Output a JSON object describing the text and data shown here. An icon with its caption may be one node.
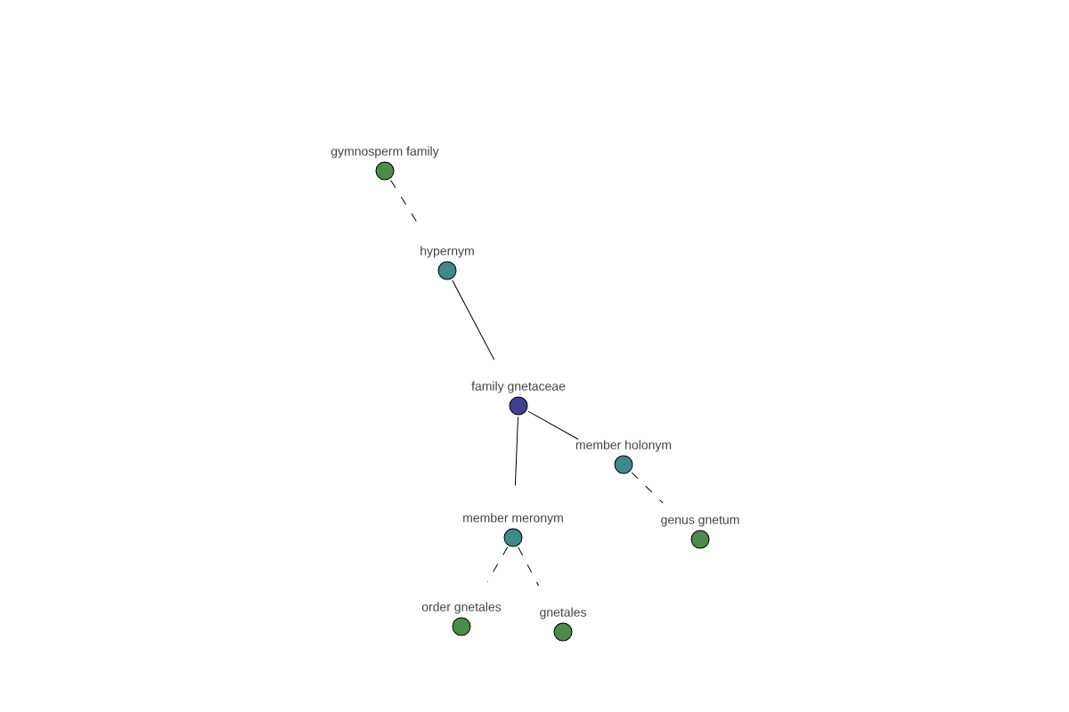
{
  "diagram": {
    "nodes": [
      {
        "text": [
          "gymnosperm family"
        ]
      },
      {
        "text": [
          "hypernym"
        ]
      },
      {
        "text": [
          "family gnetaceae"
        ]
      },
      {
        "text": [
          "member holonym"
        ]
      },
      {
        "text": [
          "member meronym"
        ]
      },
      {
        "text": [
          "genus gnetum"
        ]
      },
      {
        "text": [
          "order gnetales"
        ]
      },
      {
        "text": [
          "gnetales"
        ]
      }
    ],
    "edges": [
      {
        "from": 0,
        "to": 1,
        "arrow": "none",
        "style": "dashed"
      },
      {
        "from": 1,
        "to": 2,
        "arrow": "none"
      },
      {
        "from": 2,
        "to": 3,
        "arrow": "none"
      },
      {
        "from": 3,
        "to": 5,
        "arrow": "none",
        "style": "dashed"
      },
      {
        "from": 2,
        "to": 4,
        "arrow": "none"
      },
      {
        "from": 4,
        "to": 6,
        "arrow": "none",
        "style": "dashed"
      },
      {
        "from": 4,
        "to": 7,
        "arrow": "none",
        "style": "dashed"
      }
    ]
  }
}
